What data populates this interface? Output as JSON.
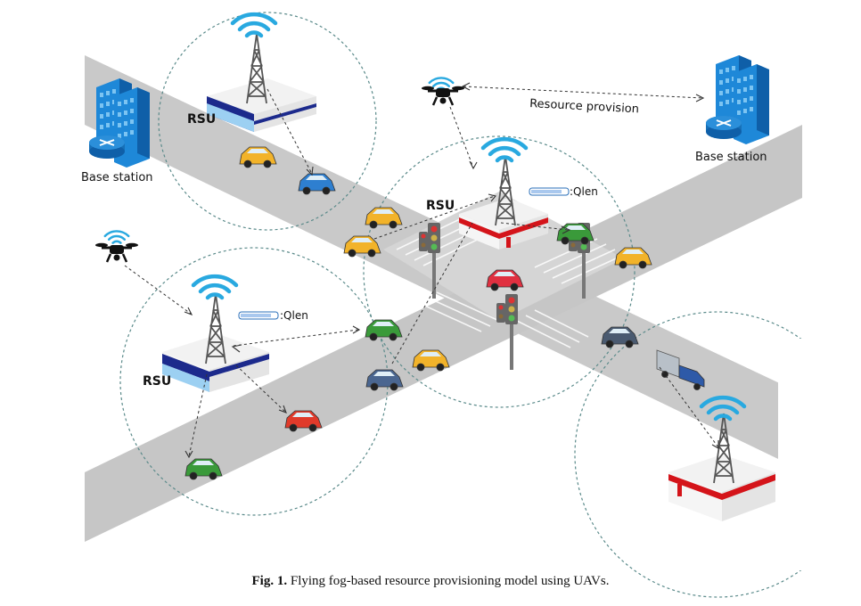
{
  "diagram": {
    "labels": {
      "base_station_left": "Base station",
      "base_station_right": "Base station",
      "resource_provision": "Resource provision",
      "rsu_top_left": "RSU",
      "rsu_center": "RSU",
      "rsu_left": "RSU",
      "qlen_center": ":Qlen",
      "qlen_left": ":Qlen"
    },
    "colors": {
      "road": "#c8c8c8",
      "rsu_blue": "#1c2a8c",
      "rsu_red": "#d4141a",
      "signal": "#29a9e0",
      "building": "#1e88d8"
    }
  },
  "caption": {
    "prefix": "Fig. 1.",
    "text": " Flying fog-based resource provisioning model using UAVs."
  }
}
